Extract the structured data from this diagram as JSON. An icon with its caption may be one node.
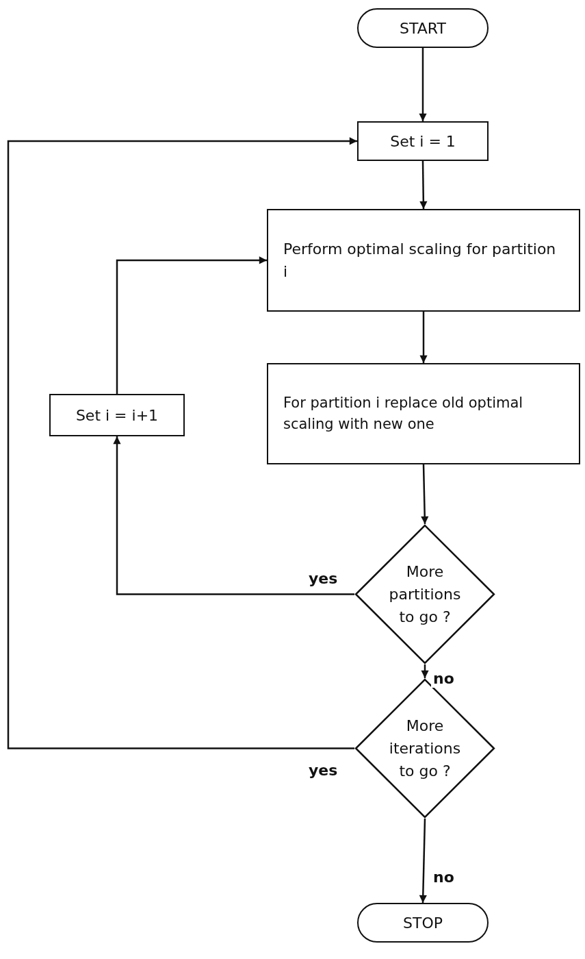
{
  "diagram": {
    "nodes": [
      {
        "text": [
          "START"
        ]
      },
      {
        "text": [
          "Set i = 1"
        ]
      },
      {
        "text": [
          "Perform optimal scaling for partition i"
        ]
      },
      {
        "text": [
          "For partition i replace old optimal scaling with new one"
        ]
      },
      {
        "text": [
          "Set i = i+1"
        ]
      },
      {
        "text": [
          "More partitions to go ?"
        ]
      },
      {
        "text": [
          "More iterations to go ?"
        ]
      },
      {
        "text": [
          "STOP"
        ]
      }
    ],
    "edges": [
      {
        "from": 0,
        "to": 1,
        "arrow": "to"
      },
      {
        "from": 1,
        "to": 2,
        "arrow": "to"
      },
      {
        "from": 2,
        "to": 3,
        "arrow": "to"
      },
      {
        "from": 3,
        "to": 5,
        "arrow": "to"
      },
      {
        "from": 5,
        "to": 4,
        "arrow": "to",
        "label": "yes"
      },
      {
        "from": 4,
        "to": 2,
        "arrow": "to"
      },
      {
        "from": 5,
        "to": 6,
        "arrow": "to",
        "label": "no"
      },
      {
        "from": 6,
        "to": 1,
        "arrow": "to",
        "label": "yes"
      },
      {
        "from": 6,
        "to": 7,
        "arrow": "to",
        "label": "no"
      }
    ]
  }
}
